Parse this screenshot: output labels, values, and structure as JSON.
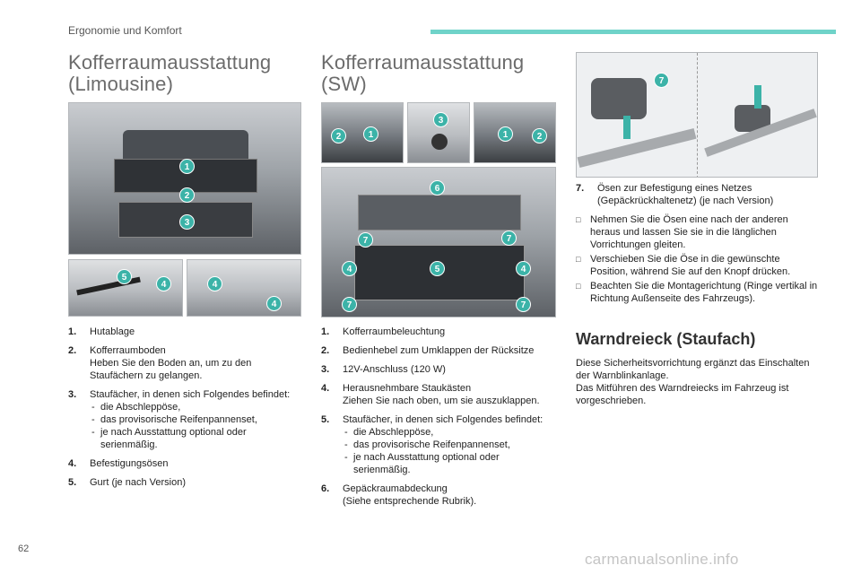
{
  "header": {
    "section": "Ergonomie und Komfort"
  },
  "left_title": {
    "line1": "Kofferraumausstattung",
    "line2": "(Limousine)"
  },
  "mid_title": {
    "line1": "Kofferraumausstattung",
    "line2": "(SW)"
  },
  "left_list": [
    {
      "num": "1.",
      "text": "Hutablage",
      "sub": []
    },
    {
      "num": "2.",
      "text": "Kofferraumboden\nHeben Sie den Boden an, um zu den Staufächern zu gelangen.",
      "sub": []
    },
    {
      "num": "3.",
      "text": "Staufächer, in denen sich Folgendes befindet:",
      "sub": [
        "die Abschleppöse,",
        "das provisorische Reifenpannenset,",
        "je nach Ausstattung optional oder serienmäßig."
      ]
    },
    {
      "num": "4.",
      "text": "Befestigungsösen",
      "sub": []
    },
    {
      "num": "5.",
      "text": "Gurt (je nach Version)",
      "sub": []
    }
  ],
  "mid_list": [
    {
      "num": "1.",
      "text": "Kofferraumbeleuchtung",
      "sub": []
    },
    {
      "num": "2.",
      "text": "Bedienhebel zum Umklappen der Rücksitze",
      "sub": []
    },
    {
      "num": "3.",
      "text": "12V-Anschluss (120 W)",
      "sub": []
    },
    {
      "num": "4.",
      "text": "Herausnehmbare Staukästen\nZiehen Sie nach oben, um sie auszuklappen.",
      "sub": []
    },
    {
      "num": "5.",
      "text": "Staufächer, in denen sich Folgendes befindet:",
      "sub": [
        "die Abschleppöse,",
        "das provisorische Reifenpannenset,",
        "je nach Ausstattung optional oder serienmäßig."
      ]
    },
    {
      "num": "6.",
      "text": "Gepäckraumabdeckung\n(Siehe entsprechende Rubrik).",
      "sub": []
    }
  ],
  "right": {
    "item7_num": "7.",
    "item7_text": "Ösen zur Befestigung eines Netzes (Gepäckrückhaltenetz) (je nach Version)",
    "notes": [
      "Nehmen Sie die Ösen eine nach der anderen heraus und lassen Sie sie in die länglichen Vorrichtungen gleiten.",
      "Verschieben Sie die Öse in die gewünschte Position, während Sie auf den Knopf drücken.",
      "Beachten Sie die Montagerichtung (Ringe vertikal in Richtung Außenseite des Fahrzeugs)."
    ],
    "section_title": "Warndreieck (Staufach)",
    "paragraph": "Diese Sicherheitsvorrichtung ergänzt das Einschalten der Warnblinkanlage.\nDas Mitführen des Warndreiecks im Fahrzeug ist vorgeschrieben."
  },
  "badges": {
    "limo_main": [
      "1",
      "2",
      "3"
    ],
    "limo_left": [
      "5",
      "4"
    ],
    "limo_right": [
      "4",
      "4"
    ],
    "sw_top_left": [
      "2",
      "1"
    ],
    "sw_top_mid": [
      "3"
    ],
    "sw_top_right": [
      "1",
      "2"
    ],
    "sw_main": [
      "6",
      "7",
      "7",
      "4",
      "5",
      "4",
      "7",
      "7"
    ],
    "eyelet": [
      "7"
    ]
  },
  "footer": {
    "page": "62",
    "watermark": "carmanualsonline.info"
  },
  "colors": {
    "accent": "#3cb3a8",
    "header_bar": "#6fd3c9"
  }
}
